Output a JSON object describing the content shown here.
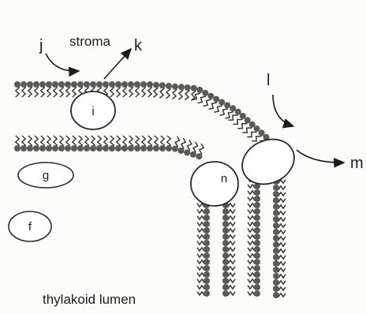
{
  "labels": {
    "stroma": "stroma",
    "lumen": "thylakoid lumen",
    "j": "j",
    "k": "k",
    "l": "l",
    "m": "m",
    "g": "g",
    "f": "f",
    "i": "i",
    "n": "n"
  },
  "colors": {
    "head": "#5c5a55",
    "tail": "#3a3833",
    "outline": "#2a2a2a",
    "ink": "#1c1c1c",
    "background": "#fbfbf9"
  }
}
